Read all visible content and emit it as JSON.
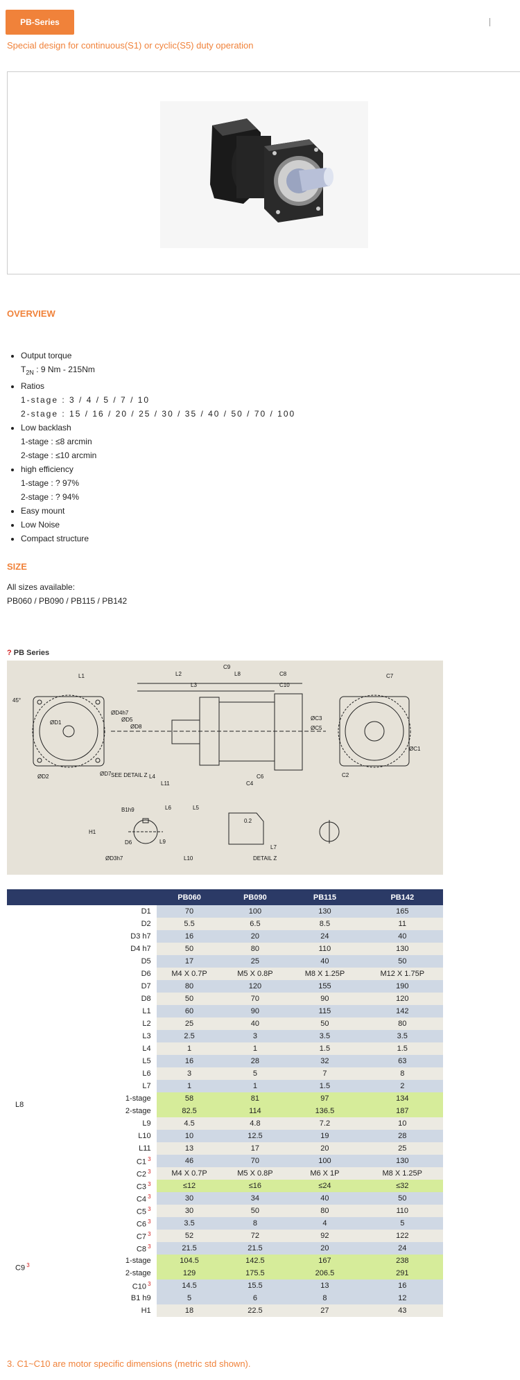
{
  "header": {
    "badge": "PB-Series",
    "subtitle": "Special design for continuous(S1) or cyclic(S5) duty operation"
  },
  "overview": {
    "title": "OVERVIEW",
    "items": [
      {
        "label": "Output torque",
        "lines": [
          "T2N : 9 Nm - 215Nm"
        ]
      },
      {
        "label": "Ratios",
        "lines": [
          "1-stage :  3 / 4 / 5 / 7 / 10",
          "2-stage :  15 / 16 / 20 / 25 / 30 / 35 / 40 / 50 / 70 / 100"
        ]
      },
      {
        "label": "Low backlash",
        "lines": [
          "1-stage : ≤8 arcmin",
          "2-stage : ≤10 arcmin"
        ]
      },
      {
        "label": "high efficiency",
        "lines": [
          "1-stage : ? 97%",
          "2-stage : ? 94%"
        ]
      },
      {
        "label": "Easy mount",
        "lines": []
      },
      {
        "label": "Low Noise",
        "lines": []
      },
      {
        "label": "Compact structure",
        "lines": []
      }
    ]
  },
  "size": {
    "title": "SIZE",
    "line1": "All sizes available:",
    "line2": "PB060 / PB090 / PB115 / PB142"
  },
  "drawing": {
    "label": "PB Series",
    "marks": [
      "L1",
      "C7",
      "C9",
      "L2",
      "L8",
      "C8",
      "L3",
      "C10",
      "ØD1",
      "ØD4h7",
      "ØD5",
      "ØD8",
      "ØC3",
      "ØC5",
      "ØD2",
      "ØD7",
      "ØC1",
      "SEE DETAIL Z",
      "L4",
      "L11",
      "C4",
      "C6",
      "C2",
      "45°",
      "L6",
      "L5",
      "B1h9",
      "H1",
      "D6",
      "ØD3h7",
      "L9",
      "L10",
      "0.2",
      "L7",
      "DETAIL Z"
    ]
  },
  "table": {
    "headers": [
      "",
      "PB060",
      "PB090",
      "PB115",
      "PB142"
    ],
    "rows": [
      {
        "label": "D1",
        "values": [
          "70",
          "100",
          "130",
          "165"
        ]
      },
      {
        "label": "D2",
        "values": [
          "5.5",
          "6.5",
          "8.5",
          "11"
        ]
      },
      {
        "label": "D3 h7",
        "values": [
          "16",
          "20",
          "24",
          "40"
        ]
      },
      {
        "label": "D4 h7",
        "values": [
          "50",
          "80",
          "110",
          "130"
        ]
      },
      {
        "label": "D5",
        "values": [
          "17",
          "25",
          "40",
          "50"
        ]
      },
      {
        "label": "D6",
        "values": [
          "M4 X 0.7P",
          "M5 X 0.8P",
          "M8 X 1.25P",
          "M12 X 1.75P"
        ]
      },
      {
        "label": "D7",
        "values": [
          "80",
          "120",
          "155",
          "190"
        ]
      },
      {
        "label": "D8",
        "values": [
          "50",
          "70",
          "90",
          "120"
        ]
      },
      {
        "label": "L1",
        "values": [
          "60",
          "90",
          "115",
          "142"
        ]
      },
      {
        "label": "L2",
        "values": [
          "25",
          "40",
          "50",
          "80"
        ]
      },
      {
        "label": "L3",
        "values": [
          "2.5",
          "3",
          "3.5",
          "3.5"
        ]
      },
      {
        "label": "L4",
        "values": [
          "1",
          "1",
          "1.5",
          "1.5"
        ]
      },
      {
        "label": "L5",
        "values": [
          "16",
          "28",
          "32",
          "63"
        ]
      },
      {
        "label": "L6",
        "values": [
          "3",
          "5",
          "7",
          "8"
        ]
      },
      {
        "label": "L7",
        "values": [
          "1",
          "1",
          "1.5",
          "2"
        ]
      },
      {
        "label": "L8",
        "sub": "1-stage",
        "values": [
          "58",
          "81",
          "97",
          "134"
        ]
      },
      {
        "sub": "2-stage",
        "values": [
          "82.5",
          "114",
          "136.5",
          "187"
        ]
      },
      {
        "label": "L9",
        "values": [
          "4.5",
          "4.8",
          "7.2",
          "10"
        ]
      },
      {
        "label": "L10",
        "values": [
          "10",
          "12.5",
          "19",
          "28"
        ]
      },
      {
        "label": "L11",
        "values": [
          "13",
          "17",
          "20",
          "25"
        ]
      },
      {
        "label": "C1",
        "sup": "3",
        "values": [
          "46",
          "70",
          "100",
          "130"
        ]
      },
      {
        "label": "C2",
        "sup": "3",
        "values": [
          "M4 X 0.7P",
          "M5 X 0.8P",
          "M6 X 1P",
          "M8 X 1.25P"
        ]
      },
      {
        "label": "C3",
        "sup": "3",
        "values": [
          "≤12",
          "≤16",
          "≤24",
          "≤32"
        ]
      },
      {
        "label": "C4",
        "sup": "3",
        "values": [
          "30",
          "34",
          "40",
          "50"
        ]
      },
      {
        "label": "C5",
        "sup": "3",
        "values": [
          "30",
          "50",
          "80",
          "110"
        ]
      },
      {
        "label": "C6",
        "sup": "3",
        "values": [
          "3.5",
          "8",
          "4",
          "5"
        ]
      },
      {
        "label": "C7",
        "sup": "3",
        "values": [
          "52",
          "72",
          "92",
          "122"
        ]
      },
      {
        "label": "C8",
        "sup": "3",
        "values": [
          "21.5",
          "21.5",
          "20",
          "24"
        ]
      },
      {
        "label": "C9",
        "sup": "3",
        "sub": "1-stage",
        "values": [
          "104.5",
          "142.5",
          "167",
          "238"
        ]
      },
      {
        "sub": "2-stage",
        "values": [
          "129",
          "175.5",
          "206.5",
          "291"
        ]
      },
      {
        "label": "C10",
        "sup": "3",
        "values": [
          "14.5",
          "15.5",
          "13",
          "16"
        ]
      },
      {
        "label": "B1 h9",
        "values": [
          "5",
          "6",
          "8",
          "12"
        ]
      },
      {
        "label": "H1",
        "values": [
          "18",
          "22.5",
          "27",
          "43"
        ]
      }
    ]
  },
  "footnote": "3. C1~C10 are motor specific dimensions (metric std shown)."
}
